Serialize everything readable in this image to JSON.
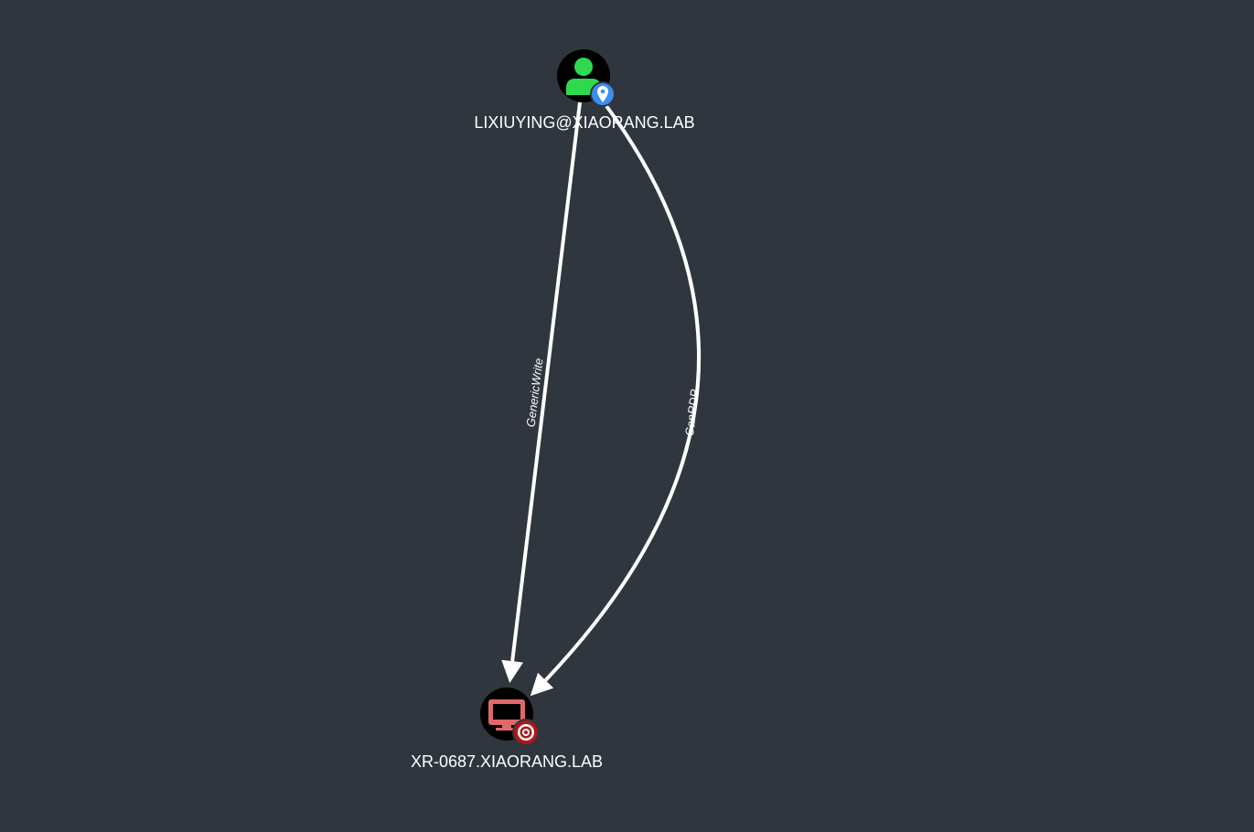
{
  "graph": {
    "background": "#2f363e",
    "nodes": {
      "user": {
        "label": "LIXIUYING@XIAORANG.LAB",
        "icon": "user-icon",
        "icon_color": "#2fd94f",
        "badge": "map-pin-badge-icon",
        "badge_color": "#3b8ef0"
      },
      "computer": {
        "label": "XR-0687.XIAORANG.LAB",
        "icon": "monitor-icon",
        "icon_color": "#e06868",
        "badge": "target-badge-icon",
        "badge_color": "#b01818"
      }
    },
    "edges": [
      {
        "label": "GenericWrite"
      },
      {
        "label": "CanRDP"
      }
    ]
  }
}
